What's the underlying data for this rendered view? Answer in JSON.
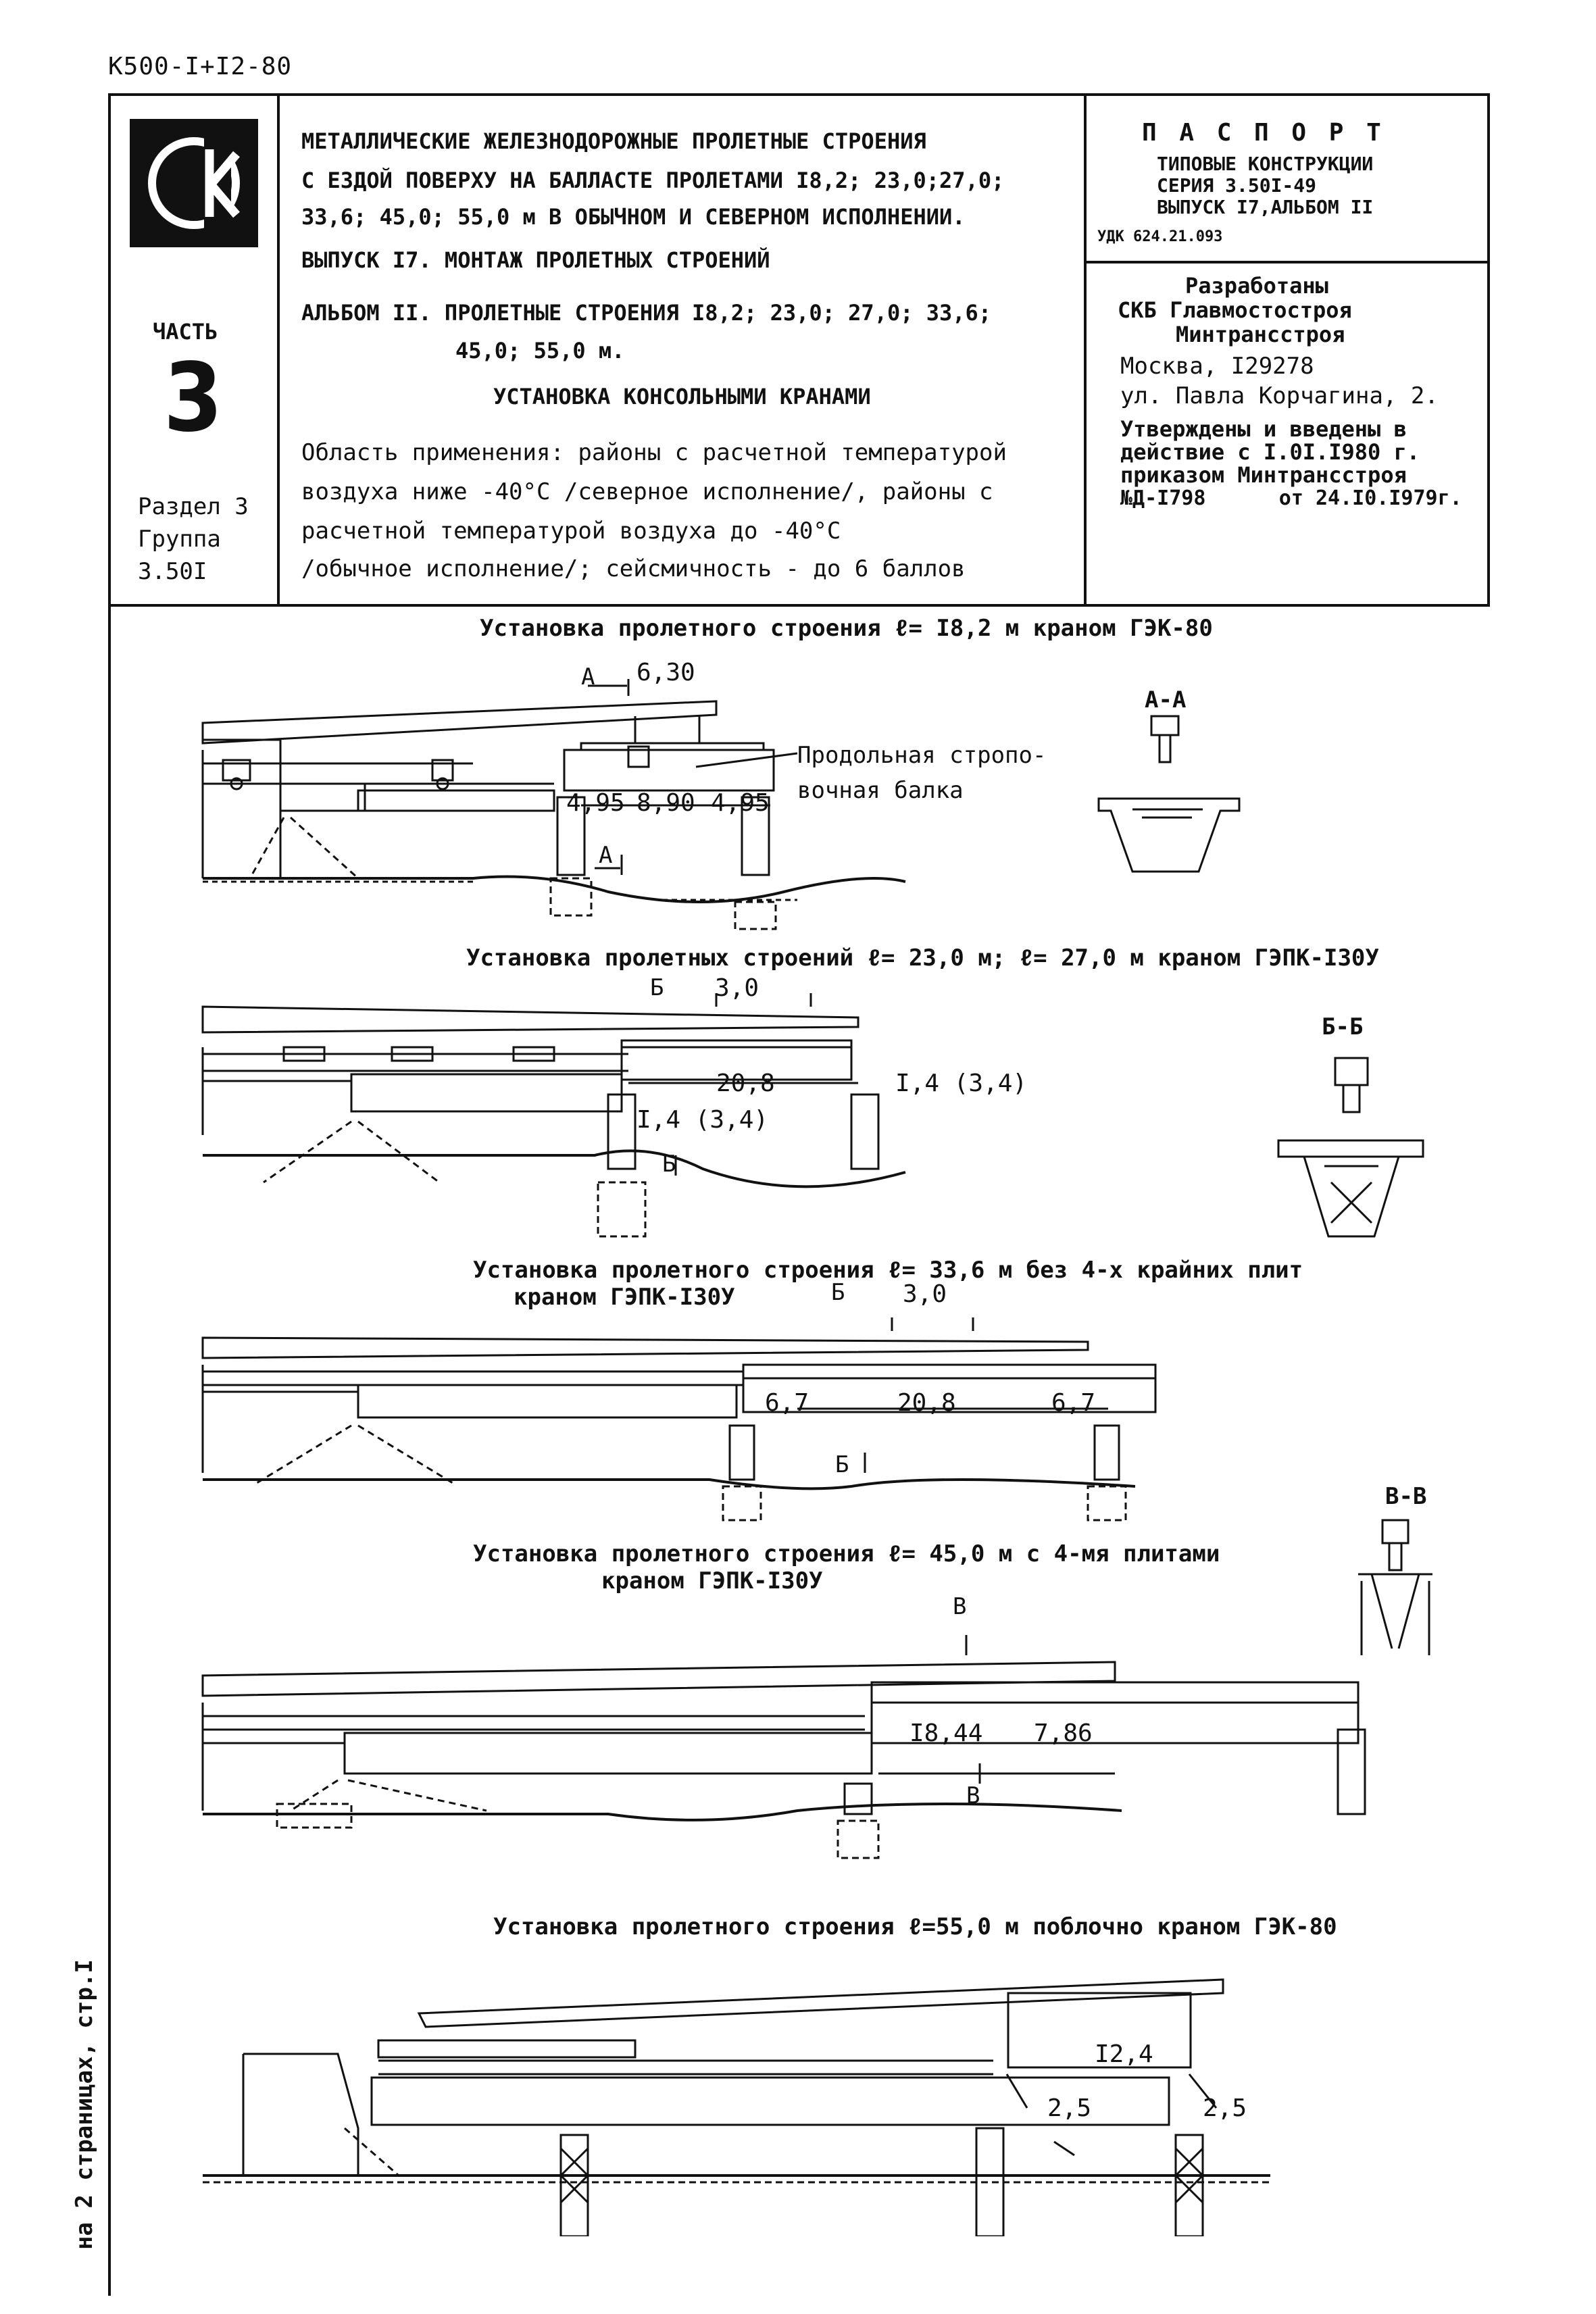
{
  "doc_code": "К500-I+I2-80",
  "header": {
    "logo_text": "СК",
    "part_label": "ЧАСТЬ",
    "part_number": "3",
    "section": "Раздел 3",
    "group": "Группа",
    "group_number": "3.50I",
    "title_lines": [
      "МЕТАЛЛИЧЕСКИЕ ЖЕЛЕЗНОДОРОЖНЫЕ ПРОЛЕТНЫЕ СТРОЕНИЯ",
      "С ЕЗДОЙ ПОВЕРХУ НА БАЛЛАСТЕ ПРОЛЕТАМИ I8,2; 23,0;27,0;",
      "33,6; 45,0; 55,0 м В ОБЫЧНОМ И СЕВЕРНОМ ИСПОЛНЕНИИ.",
      "ВЫПУСК I7. МОНТАЖ ПРОЛЕТНЫХ СТРОЕНИЙ",
      "АЛЬБОМ II. ПРОЛЕТНЫЕ СТРОЕНИЯ I8,2; 23,0; 27,0; 33,6;",
      "45,0; 55,0 м.",
      "УСТАНОВКА КОНСОЛЬНЫМИ КРАНАМИ"
    ],
    "scope_lines": [
      "Область применения: районы с расчетной температурой",
      "воздуха ниже -40°С /северное исполнение/, районы с",
      "расчетной температурой воздуха до -40°С",
      "/обычное исполнение/; сейсмичность - до 6 баллов"
    ],
    "passport": {
      "title": "П А С П О Р Т",
      "line1": "ТИПОВЫЕ КОНСТРУКЦИИ",
      "line2": "СЕРИЯ 3.50I-49",
      "line3": "ВЫПУСК I7,АЛЬБОМ II",
      "udk": "УДК 624.21.093"
    },
    "dev_lines": [
      "Разработаны",
      "СКБ Главмостостроя",
      "Минтрансстроя",
      "Москва, I29278",
      "ул. Павла Корчагина, 2.",
      "Утверждены и введены в",
      "действие с I.0I.I980 г.",
      "приказом Минтрансстроя",
      "№Д-I798      от 24.I0.I979г."
    ]
  },
  "drawings": [
    {
      "caption": "Установка пролетного строения ℓ= I8,2 м краном ГЭК-80",
      "section_mark": "А",
      "section_title": "А-А",
      "dims": [
        "6,30",
        "4,95",
        "8,90",
        "4,95"
      ],
      "note_lines": [
        "Продольная стропо-",
        "вочная балка"
      ]
    },
    {
      "caption": "Установка пролетных строений ℓ= 23,0 м; ℓ= 27,0 м краном ГЭПК-I30У",
      "section_mark": "Б",
      "section_title": "Б-Б",
      "dims": [
        "3,0",
        "20,8",
        "I,4 (3,4)",
        "I,4 (3,4)"
      ]
    },
    {
      "caption_lines": [
        "Установка пролетного строения ℓ= 33,6 м без 4-х крайних плит",
        "краном ГЭПК-I30У"
      ],
      "section_mark": "Б",
      "dims": [
        "3,0",
        "6,7",
        "20,8",
        "6,7"
      ]
    },
    {
      "caption_lines": [
        "Установка пролетного строения ℓ= 45,0 м с 4-мя плитами",
        "краном ГЭПК-I30У"
      ],
      "section_mark": "В",
      "section_title": "В-В",
      "dims": [
        "I8,44",
        "7,86"
      ]
    },
    {
      "caption": "Установка пролетного строения ℓ=55,0 м поблочно краном ГЭК-80",
      "dims": [
        "I2,4",
        "2,5",
        "2,5"
      ]
    }
  ],
  "side_note": "на 2 страницах, стр.I"
}
